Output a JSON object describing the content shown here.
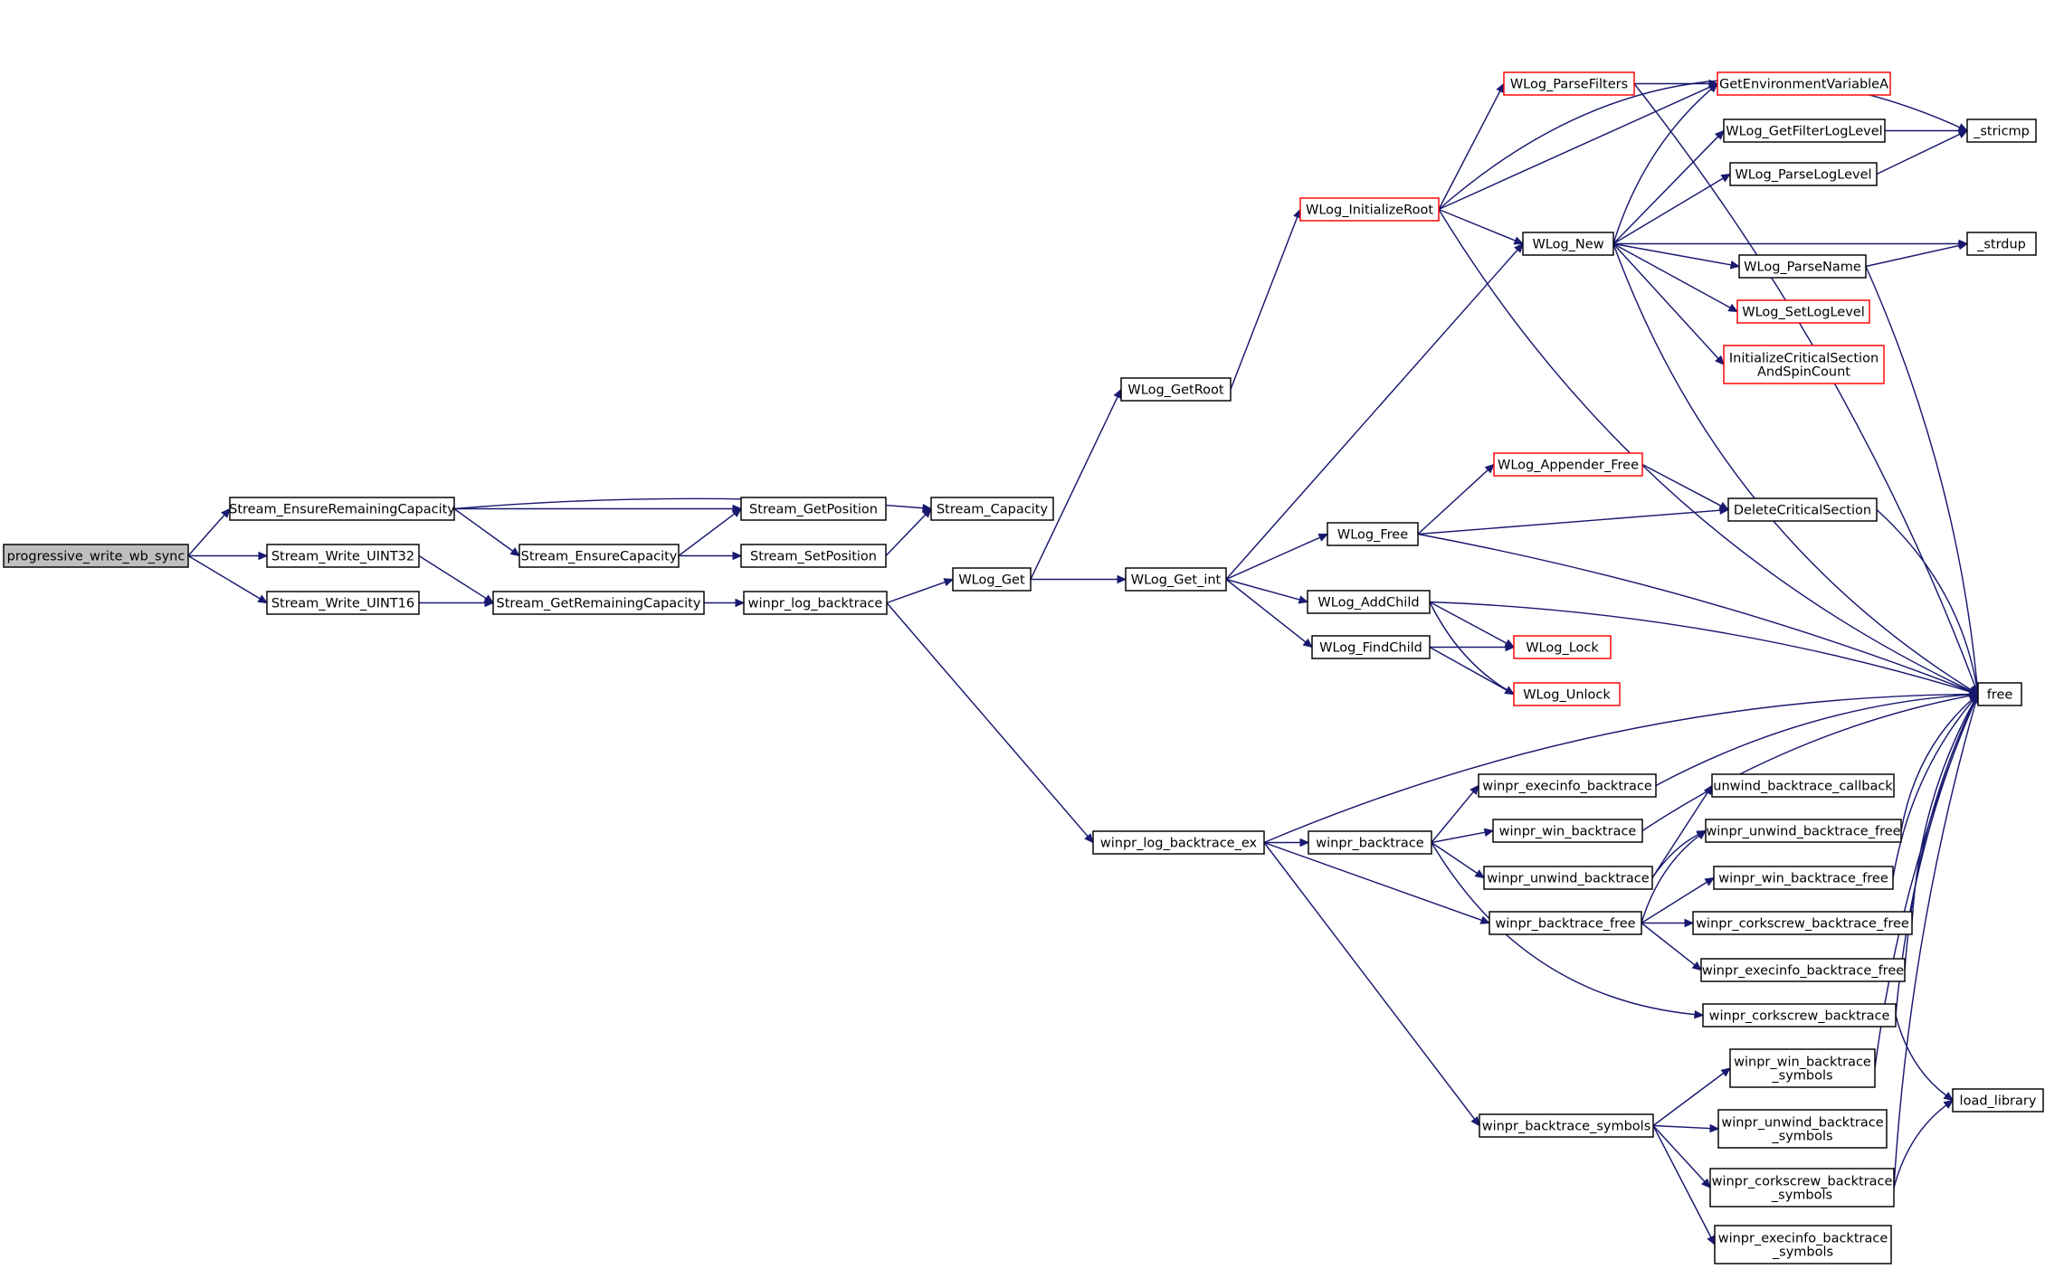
{
  "diagram": {
    "nodes": [
      {
        "id": "progressive_write_wb_sync",
        "lines": [
          "progressive_write_wb_sync"
        ],
        "root": true
      },
      {
        "id": "Stream_EnsureRemainingCapacity",
        "lines": [
          "Stream_EnsureRemainingCapacity"
        ]
      },
      {
        "id": "Stream_Write_UINT32",
        "lines": [
          "Stream_Write_UINT32"
        ]
      },
      {
        "id": "Stream_Write_UINT16",
        "lines": [
          "Stream_Write_UINT16"
        ]
      },
      {
        "id": "Stream_GetPosition",
        "lines": [
          "Stream_GetPosition"
        ]
      },
      {
        "id": "Stream_Capacity",
        "lines": [
          "Stream_Capacity"
        ]
      },
      {
        "id": "Stream_EnsureCapacity",
        "lines": [
          "Stream_EnsureCapacity"
        ]
      },
      {
        "id": "Stream_SetPosition",
        "lines": [
          "Stream_SetPosition"
        ]
      },
      {
        "id": "Stream_GetRemainingCapacity",
        "lines": [
          "Stream_GetRemainingCapacity"
        ]
      },
      {
        "id": "winpr_log_backtrace",
        "lines": [
          "winpr_log_backtrace"
        ]
      },
      {
        "id": "WLog_Get",
        "lines": [
          "WLog_Get"
        ]
      },
      {
        "id": "WLog_GetRoot",
        "lines": [
          "WLog_GetRoot"
        ]
      },
      {
        "id": "WLog_Get_int",
        "lines": [
          "WLog_Get_int"
        ]
      },
      {
        "id": "WLog_InitializeRoot",
        "lines": [
          "WLog_InitializeRoot"
        ],
        "red": true
      },
      {
        "id": "WLog_ParseFilters",
        "lines": [
          "WLog_ParseFilters"
        ],
        "red": true
      },
      {
        "id": "GetEnvironmentVariableA",
        "lines": [
          "GetEnvironmentVariableA"
        ],
        "red": true
      },
      {
        "id": "_stricmp",
        "lines": [
          "_stricmp"
        ]
      },
      {
        "id": "WLog_GetFilterLogLevel",
        "lines": [
          "WLog_GetFilterLogLevel"
        ]
      },
      {
        "id": "WLog_ParseLogLevel",
        "lines": [
          "WLog_ParseLogLevel"
        ]
      },
      {
        "id": "WLog_New",
        "lines": [
          "WLog_New"
        ]
      },
      {
        "id": "_strdup",
        "lines": [
          "_strdup"
        ]
      },
      {
        "id": "WLog_ParseName",
        "lines": [
          "WLog_ParseName"
        ]
      },
      {
        "id": "WLog_SetLogLevel",
        "lines": [
          "WLog_SetLogLevel"
        ],
        "red": true
      },
      {
        "id": "InitializeCriticalSectionAndSpinCount",
        "lines": [
          "InitializeCriticalSection",
          "AndSpinCount"
        ],
        "red": true
      },
      {
        "id": "WLog_Appender_Free",
        "lines": [
          "WLog_Appender_Free"
        ],
        "red": true
      },
      {
        "id": "DeleteCriticalSection",
        "lines": [
          "DeleteCriticalSection"
        ]
      },
      {
        "id": "WLog_Free",
        "lines": [
          "WLog_Free"
        ]
      },
      {
        "id": "WLog_AddChild",
        "lines": [
          "WLog_AddChild"
        ]
      },
      {
        "id": "WLog_FindChild",
        "lines": [
          "WLog_FindChild"
        ]
      },
      {
        "id": "WLog_Lock",
        "lines": [
          "WLog_Lock"
        ],
        "red": true
      },
      {
        "id": "WLog_Unlock",
        "lines": [
          "WLog_Unlock"
        ],
        "red": true
      },
      {
        "id": "free",
        "lines": [
          "free"
        ]
      },
      {
        "id": "winpr_log_backtrace_ex",
        "lines": [
          "winpr_log_backtrace_ex"
        ]
      },
      {
        "id": "winpr_backtrace",
        "lines": [
          "winpr_backtrace"
        ]
      },
      {
        "id": "winpr_execinfo_backtrace",
        "lines": [
          "winpr_execinfo_backtrace"
        ]
      },
      {
        "id": "winpr_win_backtrace",
        "lines": [
          "winpr_win_backtrace"
        ]
      },
      {
        "id": "winpr_unwind_backtrace",
        "lines": [
          "winpr_unwind_backtrace"
        ]
      },
      {
        "id": "unwind_backtrace_callback",
        "lines": [
          "unwind_backtrace_callback"
        ]
      },
      {
        "id": "winpr_unwind_backtrace_free",
        "lines": [
          "winpr_unwind_backtrace_free"
        ]
      },
      {
        "id": "winpr_win_backtrace_free",
        "lines": [
          "winpr_win_backtrace_free"
        ]
      },
      {
        "id": "winpr_backtrace_free",
        "lines": [
          "winpr_backtrace_free"
        ]
      },
      {
        "id": "winpr_corkscrew_backtrace_free",
        "lines": [
          "winpr_corkscrew_backtrace_free"
        ]
      },
      {
        "id": "winpr_execinfo_backtrace_free",
        "lines": [
          "winpr_execinfo_backtrace_free"
        ]
      },
      {
        "id": "winpr_corkscrew_backtrace",
        "lines": [
          "winpr_corkscrew_backtrace"
        ]
      },
      {
        "id": "winpr_win_backtrace_symbols",
        "lines": [
          "winpr_win_backtrace",
          "_symbols"
        ]
      },
      {
        "id": "load_library",
        "lines": [
          "load_library"
        ]
      },
      {
        "id": "winpr_backtrace_symbols",
        "lines": [
          "winpr_backtrace_symbols"
        ]
      },
      {
        "id": "winpr_unwind_backtrace_symbols",
        "lines": [
          "winpr_unwind_backtrace",
          "_symbols"
        ]
      },
      {
        "id": "winpr_corkscrew_backtrace_symbols",
        "lines": [
          "winpr_corkscrew_backtrace",
          "_symbols"
        ]
      },
      {
        "id": "winpr_execinfo_backtrace_symbols",
        "lines": [
          "winpr_execinfo_backtrace",
          "_symbols"
        ]
      }
    ],
    "edges": [
      [
        "progressive_write_wb_sync",
        "Stream_EnsureRemainingCapacity"
      ],
      [
        "progressive_write_wb_sync",
        "Stream_Write_UINT32"
      ],
      [
        "progressive_write_wb_sync",
        "Stream_Write_UINT16"
      ],
      [
        "Stream_EnsureRemainingCapacity",
        "Stream_Capacity"
      ],
      [
        "Stream_EnsureRemainingCapacity",
        "Stream_GetPosition"
      ],
      [
        "Stream_EnsureRemainingCapacity",
        "Stream_EnsureCapacity"
      ],
      [
        "Stream_EnsureCapacity",
        "Stream_GetPosition"
      ],
      [
        "Stream_EnsureCapacity",
        "Stream_SetPosition"
      ],
      [
        "Stream_SetPosition",
        "Stream_Capacity"
      ],
      [
        "Stream_Write_UINT32",
        "Stream_GetRemainingCapacity"
      ],
      [
        "Stream_Write_UINT16",
        "Stream_GetRemainingCapacity"
      ],
      [
        "Stream_GetRemainingCapacity",
        "winpr_log_backtrace"
      ],
      [
        "winpr_log_backtrace",
        "WLog_Get"
      ],
      [
        "winpr_log_backtrace",
        "winpr_log_backtrace_ex"
      ],
      [
        "WLog_Get",
        "WLog_GetRoot"
      ],
      [
        "WLog_Get",
        "WLog_Get_int"
      ],
      [
        "WLog_GetRoot",
        "WLog_InitializeRoot"
      ],
      [
        "WLog_InitializeRoot",
        "_stricmp"
      ],
      [
        "WLog_InitializeRoot",
        "WLog_ParseFilters"
      ],
      [
        "WLog_InitializeRoot",
        "GetEnvironmentVariableA"
      ],
      [
        "WLog_InitializeRoot",
        "WLog_New"
      ],
      [
        "WLog_InitializeRoot",
        "free"
      ],
      [
        "WLog_ParseFilters",
        "GetEnvironmentVariableA"
      ],
      [
        "WLog_ParseFilters",
        "free"
      ],
      [
        "WLog_GetFilterLogLevel",
        "_stricmp"
      ],
      [
        "WLog_ParseLogLevel",
        "_stricmp"
      ],
      [
        "WLog_New",
        "GetEnvironmentVariableA"
      ],
      [
        "WLog_New",
        "WLog_GetFilterLogLevel"
      ],
      [
        "WLog_New",
        "WLog_ParseLogLevel"
      ],
      [
        "WLog_New",
        "_strdup"
      ],
      [
        "WLog_New",
        "WLog_ParseName"
      ],
      [
        "WLog_New",
        "WLog_SetLogLevel"
      ],
      [
        "WLog_New",
        "InitializeCriticalSectionAndSpinCount"
      ],
      [
        "WLog_New",
        "free"
      ],
      [
        "WLog_ParseName",
        "_strdup"
      ],
      [
        "WLog_ParseName",
        "free"
      ],
      [
        "WLog_Get_int",
        "WLog_New"
      ],
      [
        "WLog_Get_int",
        "WLog_Free"
      ],
      [
        "WLog_Get_int",
        "WLog_AddChild"
      ],
      [
        "WLog_Get_int",
        "WLog_FindChild"
      ],
      [
        "WLog_Free",
        "WLog_Appender_Free"
      ],
      [
        "WLog_Free",
        "DeleteCriticalSection"
      ],
      [
        "WLog_Free",
        "free"
      ],
      [
        "WLog_Appender_Free",
        "DeleteCriticalSection"
      ],
      [
        "DeleteCriticalSection",
        "free"
      ],
      [
        "WLog_AddChild",
        "free"
      ],
      [
        "WLog_AddChild",
        "WLog_Lock"
      ],
      [
        "WLog_AddChild",
        "WLog_Unlock"
      ],
      [
        "WLog_FindChild",
        "WLog_Lock"
      ],
      [
        "WLog_FindChild",
        "WLog_Unlock"
      ],
      [
        "winpr_log_backtrace_ex",
        "free"
      ],
      [
        "winpr_log_backtrace_ex",
        "winpr_backtrace"
      ],
      [
        "winpr_log_backtrace_ex",
        "winpr_backtrace_free"
      ],
      [
        "winpr_log_backtrace_ex",
        "winpr_backtrace_symbols"
      ],
      [
        "winpr_backtrace",
        "winpr_execinfo_backtrace"
      ],
      [
        "winpr_backtrace",
        "winpr_win_backtrace"
      ],
      [
        "winpr_backtrace",
        "winpr_unwind_backtrace"
      ],
      [
        "winpr_backtrace",
        "winpr_corkscrew_backtrace"
      ],
      [
        "winpr_execinfo_backtrace",
        "free"
      ],
      [
        "winpr_win_backtrace",
        "free"
      ],
      [
        "winpr_unwind_backtrace",
        "unwind_backtrace_callback"
      ],
      [
        "winpr_unwind_backtrace",
        "winpr_unwind_backtrace_free"
      ],
      [
        "winpr_backtrace_free",
        "winpr_unwind_backtrace_free"
      ],
      [
        "winpr_backtrace_free",
        "winpr_win_backtrace_free"
      ],
      [
        "winpr_backtrace_free",
        "winpr_corkscrew_backtrace_free"
      ],
      [
        "winpr_backtrace_free",
        "winpr_execinfo_backtrace_free"
      ],
      [
        "winpr_unwind_backtrace_free",
        "free"
      ],
      [
        "winpr_win_backtrace_free",
        "free"
      ],
      [
        "winpr_corkscrew_backtrace_free",
        "free"
      ],
      [
        "winpr_execinfo_backtrace_free",
        "free"
      ],
      [
        "winpr_corkscrew_backtrace",
        "free"
      ],
      [
        "winpr_corkscrew_backtrace",
        "load_library"
      ],
      [
        "winpr_backtrace_symbols",
        "winpr_win_backtrace_symbols"
      ],
      [
        "winpr_backtrace_symbols",
        "winpr_unwind_backtrace_symbols"
      ],
      [
        "winpr_backtrace_symbols",
        "winpr_corkscrew_backtrace_symbols"
      ],
      [
        "winpr_backtrace_symbols",
        "winpr_execinfo_backtrace_symbols"
      ],
      [
        "winpr_win_backtrace_symbols",
        "free"
      ],
      [
        "winpr_corkscrew_backtrace_symbols",
        "free"
      ],
      [
        "winpr_corkscrew_backtrace_symbols",
        "load_library"
      ]
    ]
  }
}
